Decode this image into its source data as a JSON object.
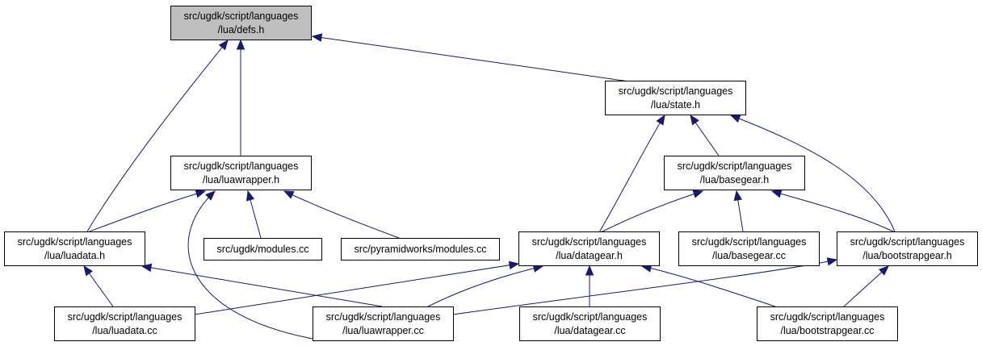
{
  "diagram": {
    "nodes": [
      {
        "id": "defs_h",
        "lines": [
          "src/ugdk/script/languages",
          "/lua/defs.h"
        ],
        "highlight": true
      },
      {
        "id": "state_h",
        "lines": [
          "src/ugdk/script/languages",
          "/lua/state.h"
        ]
      },
      {
        "id": "luawrapper_h",
        "lines": [
          "src/ugdk/script/languages",
          "/lua/luawrapper.h"
        ]
      },
      {
        "id": "basegear_h",
        "lines": [
          "src/ugdk/script/languages",
          "/lua/basegear.h"
        ]
      },
      {
        "id": "luadata_h",
        "lines": [
          "src/ugdk/script/languages",
          "/lua/luadata.h"
        ]
      },
      {
        "id": "ugdk_modules_cc",
        "lines": [
          "src/ugdk/modules.cc"
        ]
      },
      {
        "id": "pyramid_modules_cc",
        "lines": [
          "src/pyramidworks/modules.cc"
        ]
      },
      {
        "id": "datagear_h",
        "lines": [
          "src/ugdk/script/languages",
          "/lua/datagear.h"
        ]
      },
      {
        "id": "basegear_cc",
        "lines": [
          "src/ugdk/script/languages",
          "/lua/basegear.cc"
        ]
      },
      {
        "id": "bootstrapgear_h",
        "lines": [
          "src/ugdk/script/languages",
          "/lua/bootstrapgear.h"
        ]
      },
      {
        "id": "luadata_cc",
        "lines": [
          "src/ugdk/script/languages",
          "/lua/luadata.cc"
        ]
      },
      {
        "id": "luawrapper_cc",
        "lines": [
          "src/ugdk/script/languages",
          "/lua/luawrapper.cc"
        ]
      },
      {
        "id": "datagear_cc",
        "lines": [
          "src/ugdk/script/languages",
          "/lua/datagear.cc"
        ]
      },
      {
        "id": "bootstrapgear_cc",
        "lines": [
          "src/ugdk/script/languages",
          "/lua/bootstrapgear.cc"
        ]
      }
    ],
    "edges": [
      {
        "from": "state_h",
        "to": "defs_h"
      },
      {
        "from": "luawrapper_h",
        "to": "defs_h"
      },
      {
        "from": "luadata_h",
        "to": "defs_h"
      },
      {
        "from": "basegear_h",
        "to": "state_h"
      },
      {
        "from": "datagear_h",
        "to": "state_h"
      },
      {
        "from": "bootstrapgear_h",
        "to": "state_h"
      },
      {
        "from": "luadata_h",
        "to": "luawrapper_h"
      },
      {
        "from": "ugdk_modules_cc",
        "to": "luawrapper_h"
      },
      {
        "from": "pyramid_modules_cc",
        "to": "luawrapper_h"
      },
      {
        "from": "luawrapper_cc",
        "to": "luawrapper_h"
      },
      {
        "from": "datagear_h",
        "to": "basegear_h"
      },
      {
        "from": "basegear_cc",
        "to": "basegear_h"
      },
      {
        "from": "bootstrapgear_h",
        "to": "basegear_h"
      },
      {
        "from": "luadata_cc",
        "to": "luadata_h"
      },
      {
        "from": "luawrapper_cc",
        "to": "luadata_h"
      },
      {
        "from": "luadata_cc",
        "to": "datagear_h"
      },
      {
        "from": "luawrapper_cc",
        "to": "datagear_h"
      },
      {
        "from": "datagear_cc",
        "to": "datagear_h"
      },
      {
        "from": "bootstrapgear_cc",
        "to": "datagear_h"
      },
      {
        "from": "luawrapper_cc",
        "to": "bootstrapgear_h"
      },
      {
        "from": "bootstrapgear_cc",
        "to": "bootstrapgear_h"
      }
    ]
  }
}
